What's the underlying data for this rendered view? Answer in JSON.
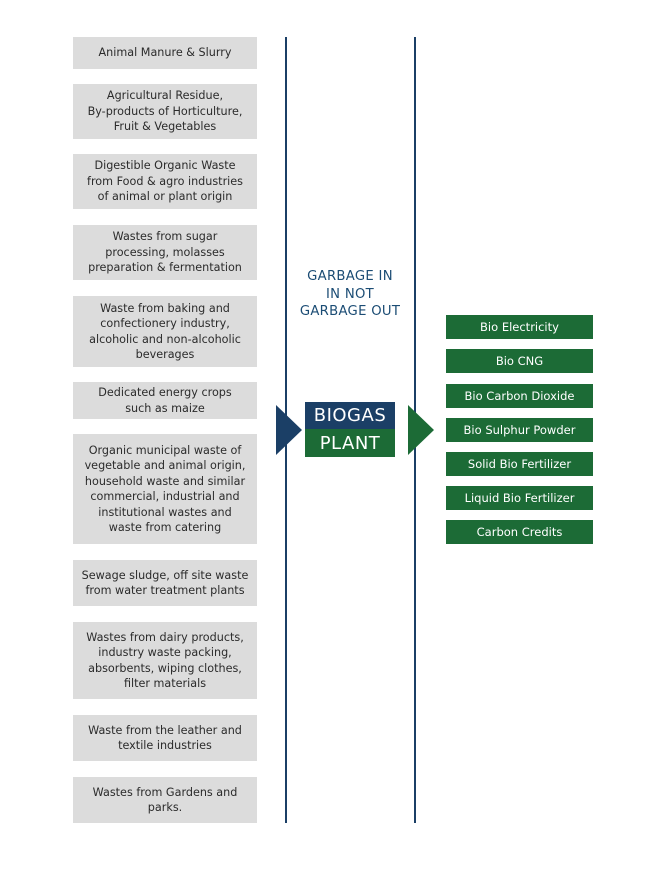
{
  "inputs": [
    "Animal Manure & Slurry",
    "Agricultural Residue,\nBy-products of Horticulture,\nFruit & Vegetables",
    "Digestible Organic Waste\nfrom Food & agro industries\nof animal or plant origin",
    "Wastes from sugar\nprocessing, molasses\npreparation & fermentation",
    "Waste from baking and\nconfectionery industry,\nalcoholic and non-alcoholic\nbeverages",
    "Dedicated energy crops\nsuch as maize",
    "Organic municipal waste of\nvegetable and animal origin,\nhousehold waste and similar\ncommercial, industrial and\ninstitutional wastes and\nwaste from catering",
    "Sewage sludge, off site waste\nfrom water treatment plants",
    "Wastes from dairy products,\nindustry waste packing,\nabsorbents, wiping clothes,\nfilter materials",
    "Waste from the leather and\ntextile industries",
    "Wastes from Gardens and parks."
  ],
  "tagline": "GARBAGE IN\nIN NOT\nGARBAGE OUT",
  "plant": {
    "line1": "BIOGAS",
    "line2": "PLANT"
  },
  "outputs": [
    "Bio Electricity",
    "Bio CNG",
    "Bio Carbon Dioxide",
    "Bio Sulphur Powder",
    "Solid Bio Fertilizer",
    "Liquid Bio Fertilizer",
    "Carbon Credits"
  ],
  "colors": {
    "navy": "#1b3f66",
    "green": "#1c6b36",
    "box_gray": "#dcdcdc"
  }
}
